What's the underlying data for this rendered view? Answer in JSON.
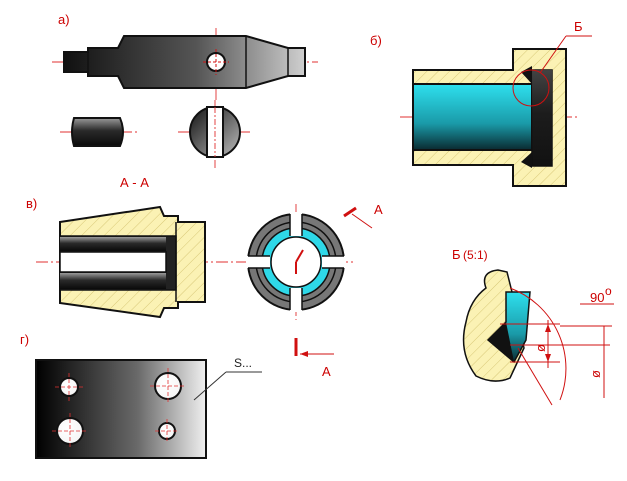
{
  "labels": {
    "a": "а)",
    "b": "б)",
    "v": "в)",
    "g": "г)",
    "section_aa": "А - А",
    "callout_b": "Б",
    "detail_b": "Б",
    "detail_scale": "(5:1)",
    "arrow_a_top": "А",
    "arrow_a_bottom": "А",
    "thickness": "S...",
    "angle_value": "90",
    "angle_unit": "o",
    "phi_1": "ø",
    "phi_2": "ø"
  },
  "colors": {
    "outline": "#111111",
    "axis_red": "#e03030",
    "hatch_fill": "#fbf2b4",
    "hatch_line": "#d8c878",
    "cyan": "#2ed8e8",
    "dark_metal": "#1a1a1a"
  }
}
